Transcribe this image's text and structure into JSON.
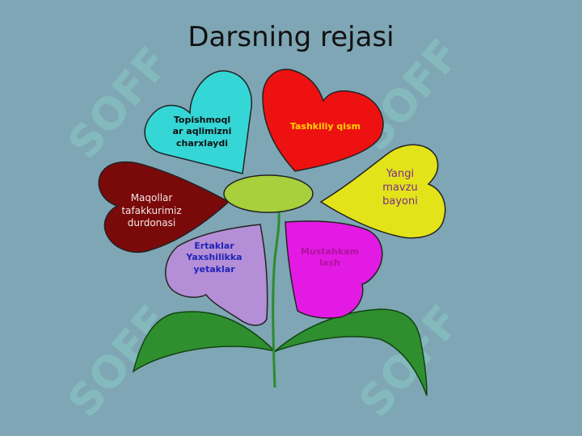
{
  "title": "Darsning rejasi",
  "watermark": "SOFF",
  "colors": {
    "background": "#7fa6b4",
    "center": "#a8cf3c",
    "stem": "#2e8b2e",
    "leaf": "#2f8f2f"
  },
  "petals": [
    {
      "label": "Topishmoqlar aqlimizni charxlaydi",
      "lines": [
        "Topishmoql",
        "ar aqlimizni",
        "charxlaydi"
      ],
      "fill": "#35d6d6",
      "text_color": "#111111"
    },
    {
      "label": "Tashkiliy qism",
      "lines": [
        "Tashkiliy qism"
      ],
      "fill": "#ee1111",
      "text_color": "#ffd400"
    },
    {
      "label": "Yangi mavzu bayoni",
      "lines": [
        "Yangi",
        "mavzu",
        "bayoni"
      ],
      "fill": "#e3e31a",
      "text_color": "#7a2d8c"
    },
    {
      "label": "Maqollar tafakkurimiz durdonasi",
      "lines": [
        "Maqollar",
        "tafakkurimiz",
        "durdonasi"
      ],
      "fill": "#7a0a0a",
      "text_color": "#f2e6e6"
    },
    {
      "label": "Ertaklar Yaxshilikka yetaklar",
      "lines": [
        "Ertaklar",
        "Yaxshilikka",
        "yetaklar"
      ],
      "fill": "#b48ed6",
      "text_color": "#1f24b8"
    },
    {
      "label": "Mustahkamlash",
      "lines": [
        "Mustahkam",
        "lash"
      ],
      "fill": "#e31ae3",
      "text_color": "#b1139e"
    }
  ]
}
